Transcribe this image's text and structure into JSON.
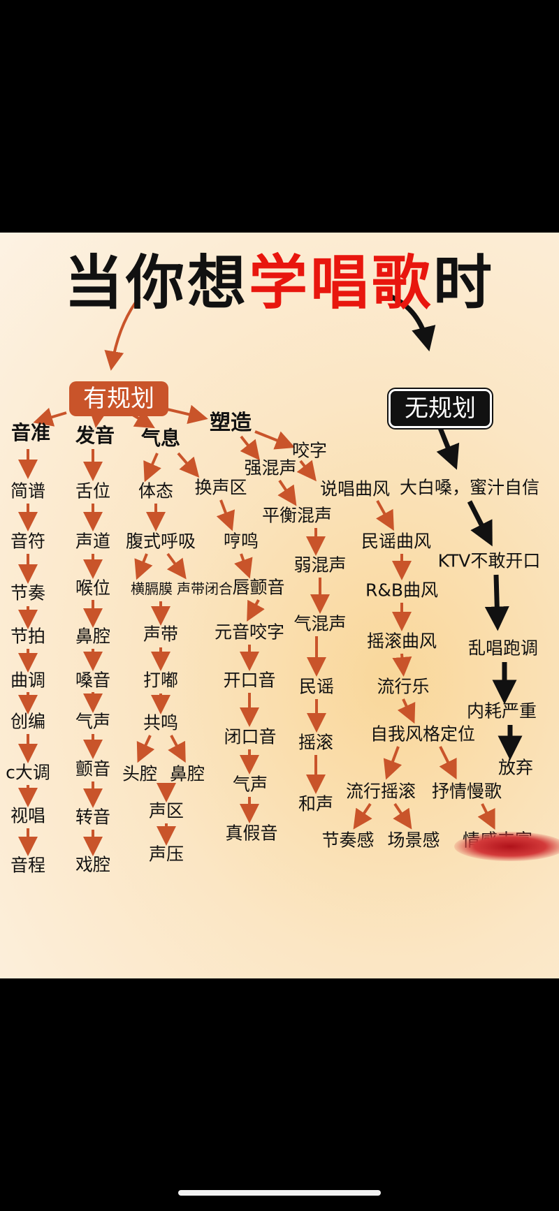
{
  "title": {
    "part1": "当你想",
    "part2": "学唱歌",
    "part3": "时"
  },
  "colors": {
    "title_black": "#111111",
    "title_red": "#e8160e",
    "plan_tag": "#c9542a",
    "noplan_tag": "#111111",
    "arrow": "#c9542a"
  },
  "branches": {
    "plan": "有规划",
    "no_plan": "无规划"
  },
  "column_intonation": [
    "音准",
    "简谱",
    "音符",
    "节奏",
    "节拍",
    "曲调",
    "创编",
    "c大调",
    "视唱",
    "音程"
  ],
  "column_pronunciation": [
    "发音",
    "舌位",
    "声道",
    "喉位",
    "鼻腔",
    "嗓音",
    "气声",
    "颤音",
    "转音",
    "戏腔"
  ],
  "column_breath": {
    "head": "气息",
    "posture": "体态",
    "abdominal": "腹式呼吸",
    "diaphragm": "横膈膜",
    "vocal_closure": "声带闭合",
    "vocal_cords": "声带",
    "trill": "打嘟",
    "resonance": "共鸣",
    "head_cavity": "头腔",
    "nasal_cavity": "鼻腔",
    "register": "声区",
    "pressure": "声压"
  },
  "column_shaping": {
    "head": "塑造",
    "enunciation": "咬字",
    "strong_mix": "强混声",
    "change_register": "换声区",
    "balanced_mix": "平衡混声",
    "rap_style": "说唱曲风",
    "humming": "哼鸣",
    "weak_mix": "弱混声",
    "folk_style": "民谣曲风",
    "lip_trill": "唇颤音",
    "rnb_style": "R&B曲风",
    "vowel_enunciation": "元音咬字",
    "breathy_mix": "气混声",
    "rock_style": "摇滚曲风",
    "open_vowel": "开口音",
    "folk": "民谣",
    "pop": "流行乐",
    "closed_vowel": "闭口音",
    "rock": "摇滚",
    "self_style": "自我风格定位",
    "breath_voice": "气声",
    "harmony": "和声",
    "pop_rock": "流行摇滚",
    "ballad": "抒情慢歌",
    "falsetto": "真假音",
    "rhythm_sense": "节奏感",
    "scene_sense": "场景感",
    "emotion_rich": "情感丰富"
  },
  "no_plan_chain": [
    "大白嗓，蜜汁自信",
    "KTV不敢开口",
    "乱唱跑调",
    "内耗严重",
    "放弃"
  ]
}
